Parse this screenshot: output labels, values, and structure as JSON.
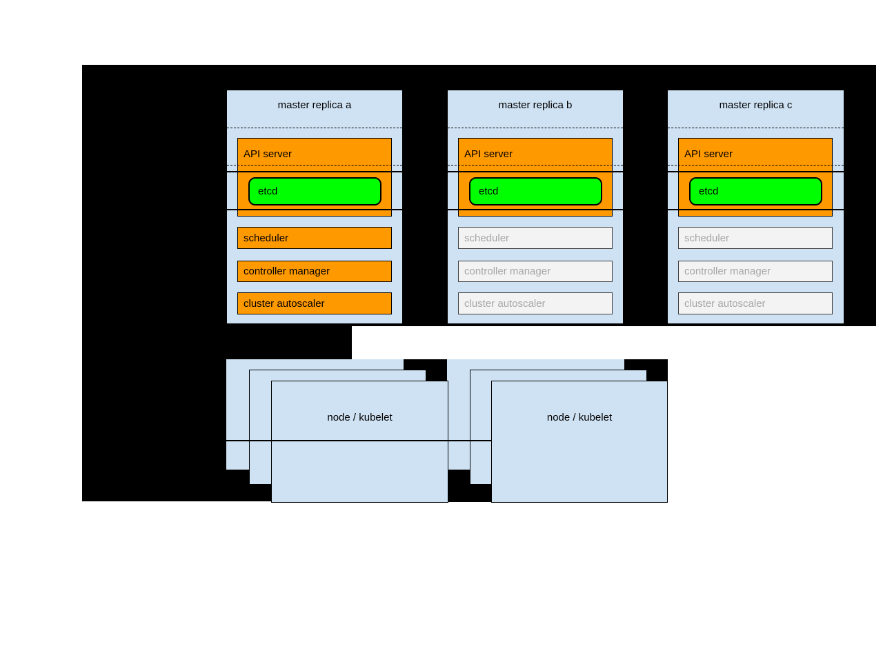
{
  "diagram": {
    "masters": [
      {
        "title": "master replica a",
        "state": "active",
        "components": {
          "api_server": "API server",
          "etcd": "etcd",
          "scheduler": "scheduler",
          "controller_manager": "controller manager",
          "cluster_autoscaler": "cluster autoscaler"
        }
      },
      {
        "title": "master replica b",
        "state": "inactive",
        "components": {
          "api_server": "API server",
          "etcd": "etcd",
          "scheduler": "scheduler",
          "controller_manager": "controller manager",
          "cluster_autoscaler": "cluster autoscaler"
        }
      },
      {
        "title": "master replica c",
        "state": "inactive",
        "components": {
          "api_server": "API server",
          "etcd": "etcd",
          "scheduler": "scheduler",
          "controller_manager": "controller manager",
          "cluster_autoscaler": "cluster autoscaler"
        }
      }
    ],
    "node_groups": [
      {
        "label": "node / kubelet"
      },
      {
        "label": "node / kubelet"
      }
    ],
    "colors": {
      "background_black": "#000000",
      "box_blue": "#cfe2f3",
      "active_orange": "#ff9900",
      "etcd_green": "#00ff00",
      "inactive_fill": "#f3f3f3",
      "inactive_border": "#3d3d3d",
      "inactive_text": "#a6a6a6"
    }
  }
}
